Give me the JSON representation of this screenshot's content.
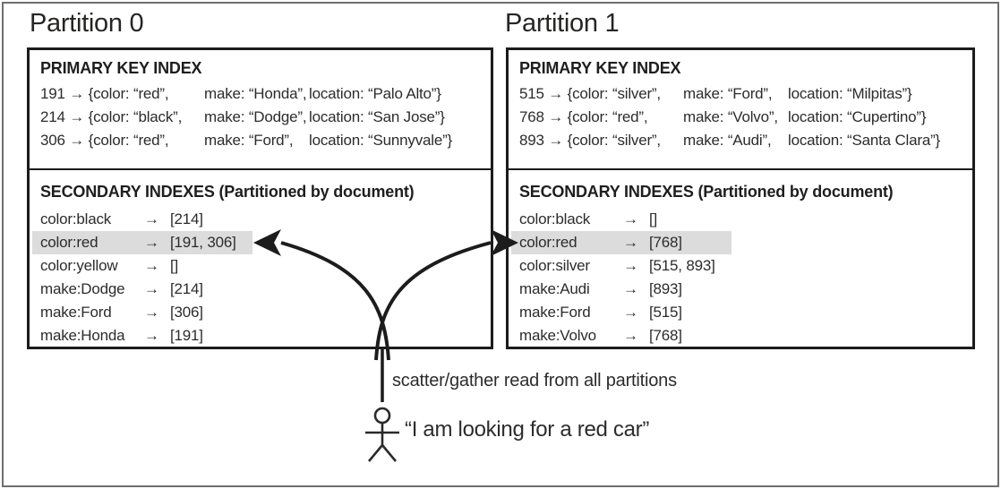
{
  "colors": {
    "text": "#2d2c2b",
    "box_border": "#1c1c1c",
    "highlight": "#dcdcdc",
    "frame_border": "#6f6f6f",
    "background": "#ffffff"
  },
  "partitions": [
    {
      "title": "Partition 0",
      "primary": {
        "header": "PRIMARY KEY INDEX",
        "rows": [
          {
            "c1": "191 → {color: “red”,",
            "c2": "make: “Honda”,",
            "c3": "location: “Palo Alto”}"
          },
          {
            "c1": "214 → {color: “black”,",
            "c2": "make: “Dodge”,",
            "c3": "location: “San Jose”}"
          },
          {
            "c1": "306 → {color: “red”,",
            "c2": "make: “Ford”,",
            "c3": "location: “Sunnyvale”}"
          }
        ]
      },
      "secondary": {
        "header": "SECONDARY INDEXES (Partitioned by document)",
        "rows": [
          {
            "key": "color:black",
            "arrow": "→",
            "value": "[214]",
            "highlight": false
          },
          {
            "key": "color:red",
            "arrow": "→",
            "value": "[191, 306]",
            "highlight": true
          },
          {
            "key": "color:yellow",
            "arrow": "→",
            "value": "[]",
            "highlight": false
          },
          {
            "key": "make:Dodge",
            "arrow": "→",
            "value": "[214]",
            "highlight": false
          },
          {
            "key": "make:Ford",
            "arrow": "→",
            "value": "[306]",
            "highlight": false
          },
          {
            "key": "make:Honda",
            "arrow": "→",
            "value": "[191]",
            "highlight": false
          }
        ]
      }
    },
    {
      "title": "Partition 1",
      "primary": {
        "header": "PRIMARY KEY INDEX",
        "rows": [
          {
            "c1": "515 → {color: “silver”,",
            "c2": "make: “Ford”,",
            "c3": "location: “Milpitas”}"
          },
          {
            "c1": "768 → {color: “red”,",
            "c2": "make: “Volvo”,",
            "c3": "location: “Cupertino”}"
          },
          {
            "c1": "893 → {color: “silver”,",
            "c2": "make: “Audi”,",
            "c3": "location: “Santa Clara”}"
          }
        ]
      },
      "secondary": {
        "header": "SECONDARY INDEXES (Partitioned by document)",
        "rows": [
          {
            "key": "color:black",
            "arrow": "→",
            "value": "[]",
            "highlight": false
          },
          {
            "key": "color:red",
            "arrow": "→",
            "value": "[768]",
            "highlight": true
          },
          {
            "key": "color:silver",
            "arrow": "→",
            "value": "[515, 893]",
            "highlight": false
          },
          {
            "key": "make:Audi",
            "arrow": "→",
            "value": "[893]",
            "highlight": false
          },
          {
            "key": "make:Ford",
            "arrow": "→",
            "value": "[515]",
            "highlight": false
          },
          {
            "key": "make:Volvo",
            "arrow": "→",
            "value": "[768]",
            "highlight": false
          }
        ]
      }
    }
  ],
  "annotations": {
    "scatter_label": "scatter/gather read from all partitions",
    "user_query": "“I am looking for a red car”"
  },
  "icons": {
    "user_figure": "stick-person-icon",
    "left_arrow": "curved-arrow-to-partition-0",
    "right_arrow": "curved-arrow-to-partition-1"
  }
}
